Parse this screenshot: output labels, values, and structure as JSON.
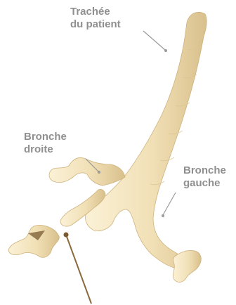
{
  "labels": {
    "trachea": {
      "line1": "Trachée",
      "line2": "du patient"
    },
    "right_bronchus": {
      "line1": "Bronche",
      "line2": "droite"
    },
    "left_bronchus": {
      "line1": "Bronche",
      "line2": "gauche"
    }
  },
  "colors": {
    "tissue_fill": "#f1e0b6",
    "tissue_shade": "#d9c08c",
    "tissue_highlight": "#fbf1d6",
    "label_text": "#8f8f8f",
    "leader_line": "#9a9a9a",
    "pointer_line": "#8a6a3c",
    "pointer_dot": "#7a5a30"
  }
}
